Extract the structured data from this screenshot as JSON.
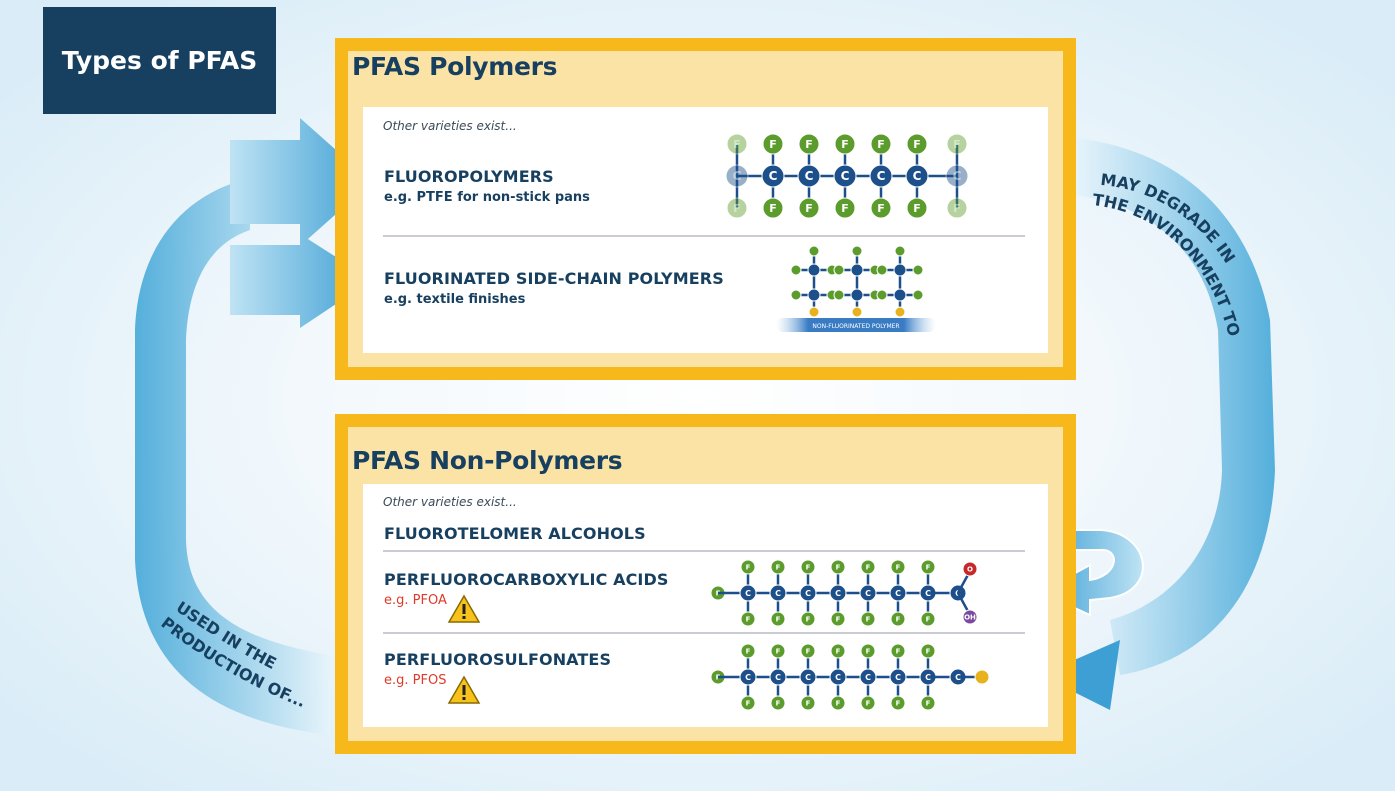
{
  "title": "Types of PFAS",
  "polymers": {
    "title": "PFAS Polymers",
    "note": "Other varieties exist...",
    "items": [
      {
        "name": "FLUOROPOLYMERS",
        "example": "e.g. PTFE for non-stick pans"
      },
      {
        "name": "FLUORINATED SIDE-CHAIN POLYMERS",
        "example": "e.g. textile finishes"
      }
    ],
    "backbone_label": "NON-FLUORINATED POLYMER"
  },
  "non_polymers": {
    "title": "PFAS Non-Polymers",
    "note": "Other varieties exist...",
    "items": [
      {
        "name": "FLUOROTELOMER ALCOHOLS",
        "example": ""
      },
      {
        "name": "PERFLUOROCARBOXYLIC ACIDS",
        "example": "e.g. PFOA"
      },
      {
        "name": "PERFLUOROSULFONATES",
        "example": "e.g. PFOS"
      }
    ]
  },
  "arrows": {
    "right_text": "MAY DEGRADE IN THE ENVIRONMENT TO...",
    "left_text": "USED IN THE PRODUCTION OF..."
  },
  "atoms": {
    "carbon": "C",
    "fluorine": "F",
    "oxygen": "O",
    "hydroxyl": "OH"
  },
  "colors": {
    "navy": "#173f5f",
    "panel_border": "#f6b81a",
    "panel_fill": "#fbe3a6",
    "arrow_blue": "#5bb8e0",
    "fluorine_green": "#5c9c2c",
    "carbon_blue": "#1d4f8a",
    "oxygen_red": "#c8282a",
    "hydroxyl_purple": "#7a4aa0",
    "sulfonate_yellow": "#e8b21e",
    "warning_red": "#e03a2a"
  },
  "icons": [
    "warning-triangle-icon"
  ]
}
